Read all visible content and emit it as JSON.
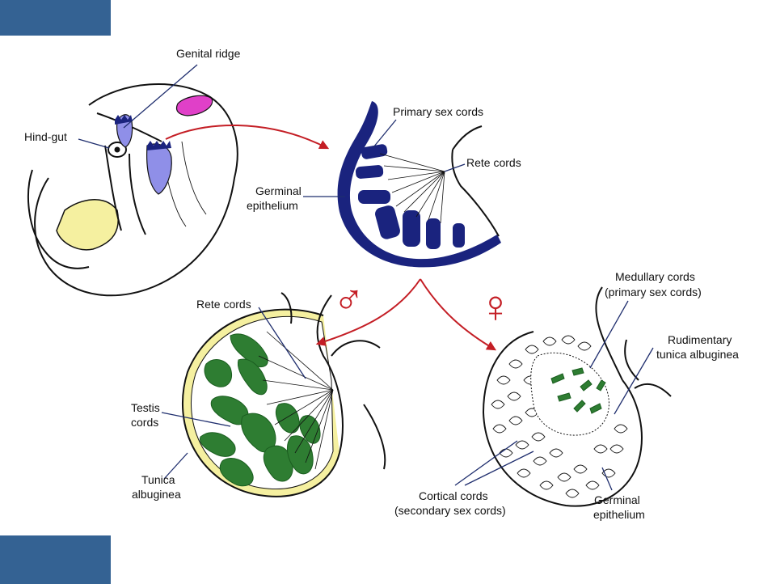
{
  "labels": {
    "genital_ridge": "Genital ridge",
    "hind_gut": "Hind-gut",
    "primary_sex_cords": "Primary sex cords",
    "rete_cords_top": "Rete cords",
    "germinal_epithelium_top_1": "Germinal",
    "germinal_epithelium_top_2": "epithelium",
    "rete_cords_male": "Rete cords",
    "testis_cords_1": "Testis",
    "testis_cords_2": "cords",
    "tunica_albuginea_1": "Tunica",
    "tunica_albuginea_2": "albuginea",
    "medullary_cords_1": "Medullary cords",
    "medullary_cords_2": "(primary sex cords)",
    "rudimentary_tunica_1": "Rudimentary",
    "rudimentary_tunica_2": "tunica albuginea",
    "cortical_cords_1": "Cortical cords",
    "cortical_cords_2": "(secondary sex cords)",
    "germinal_epithelium_female_1": "Germinal",
    "germinal_epithelium_female_2": "epithelium"
  },
  "symbols": {
    "male": "♂",
    "female": "♀"
  },
  "colors": {
    "corner_blocks": "#346293",
    "arrows": "#c41e25",
    "navy_cords": "#1a237e",
    "green_cords": "#2e7d32",
    "yellow_fill": "#f5f0a0",
    "purple_fill": "#8f8fe8",
    "magenta_fill": "#e040c8"
  }
}
